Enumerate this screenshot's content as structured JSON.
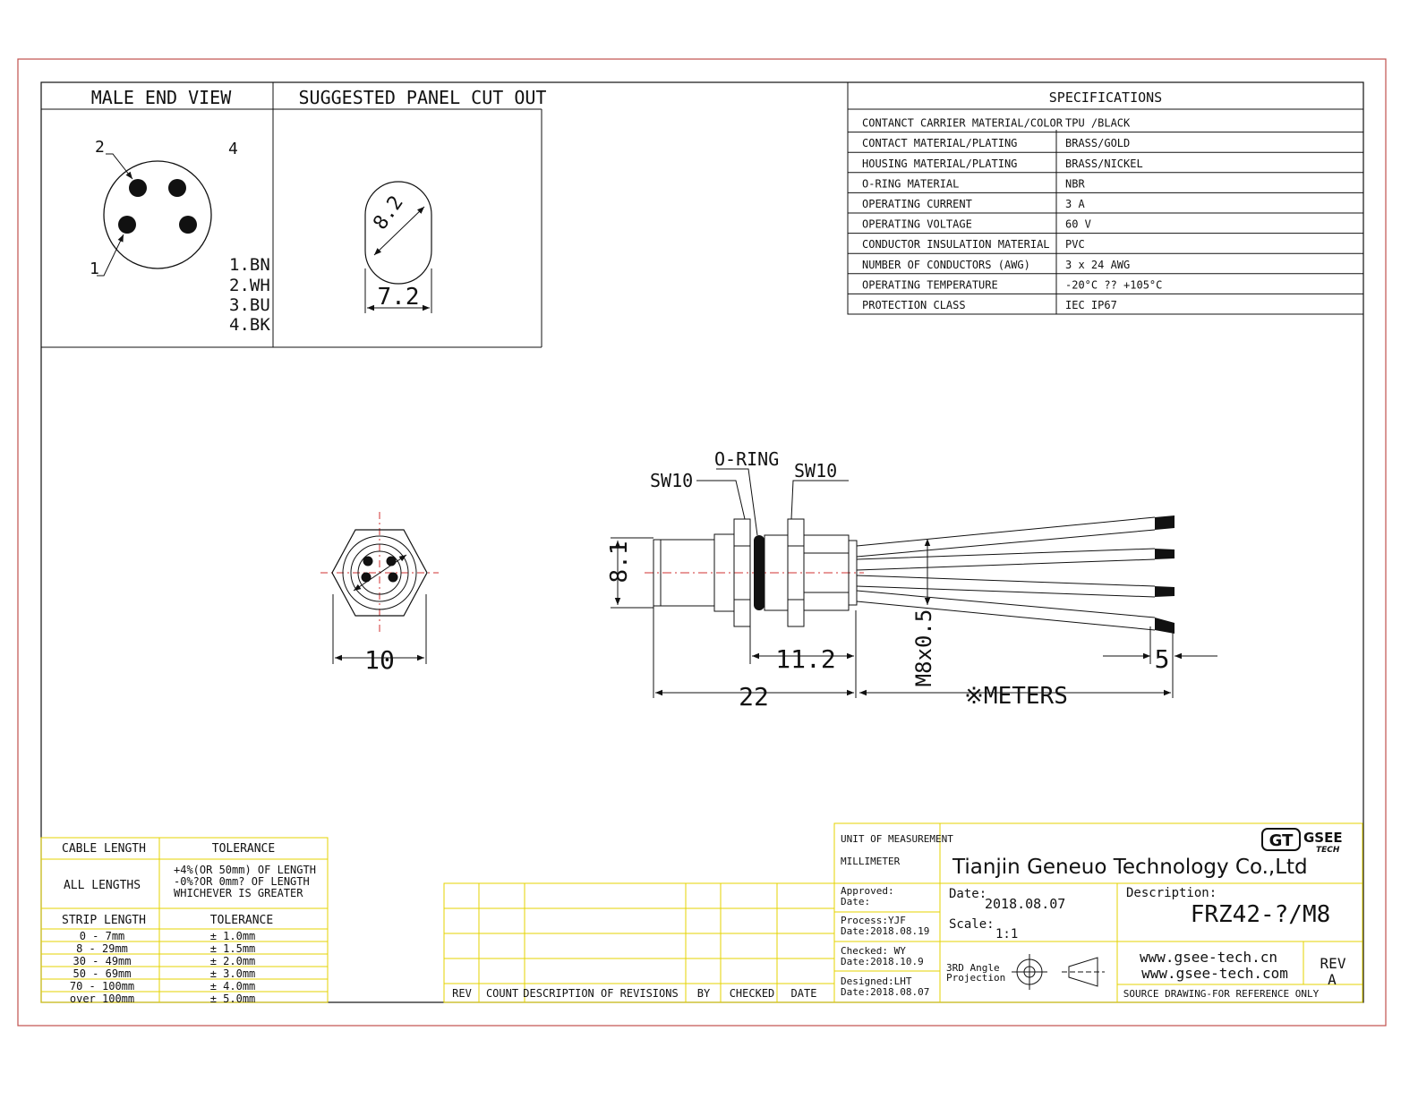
{
  "colors": {
    "frame": "#c0504d",
    "line": "#111111",
    "table_border": "#e6d300",
    "center_line": "#d03030"
  },
  "male_end_view": {
    "title": "MALE END VIEW",
    "pin_labels": [
      "1",
      "2",
      "4"
    ],
    "wire_codes": [
      "1.BN",
      "2.WH",
      "3.BU",
      "4.BK"
    ]
  },
  "panel_cutout": {
    "title": "SUGGESTED PANEL CUT OUT",
    "dia": "8.2",
    "width": "7.2"
  },
  "specifications": {
    "title": "SPECIFICATIONS",
    "rows": [
      {
        "label": "CONTANCT CARRIER MATERIAL/COLOR",
        "value": "TPU /BLACK"
      },
      {
        "label": "CONTACT  MATERIAL/PLATING",
        "value": "BRASS/GOLD"
      },
      {
        "label": "HOUSING MATERIAL/PLATING",
        "value": "BRASS/NICKEL"
      },
      {
        "label": "O-RING  MATERIAL",
        "value": "NBR"
      },
      {
        "label": "OPERATING CURRENT",
        "value": "3 A"
      },
      {
        "label": "OPERATING VOLTAGE",
        "value": "60 V"
      },
      {
        "label": "CONDUCTOR INSULATION MATERIAL",
        "value": "PVC"
      },
      {
        "label": "NUMBER OF CONDUCTORS (AWG)",
        "value": "3 x 24 AWG"
      },
      {
        "label": "OPERATING TEMPERATURE",
        "value": "-20°C ?? +105°C"
      },
      {
        "label": "PROTECTION CLASS",
        "value": "IEC  IP67"
      }
    ]
  },
  "drawing": {
    "sw_left": "SW10",
    "o_ring": "O-RING",
    "sw_right": "SW10",
    "dim_hex": "10",
    "dim_dia": "8.1",
    "dim_11": "11.2",
    "dim_22": "22",
    "dim_thread": "M8x0.5",
    "dim_meters": "※METERS",
    "dim_strip": "5"
  },
  "cable_table": {
    "h1": "CABLE LENGTH",
    "h2": "TOLERANCE",
    "all_lengths": "ALL LENGTHS",
    "all_tol": [
      "+4%(OR 50mm) OF LENGTH",
      "-0%?OR 0mm? OF LENGTH",
      "WHICHEVER  IS  GREATER"
    ],
    "h3": "STRIP LENGTH",
    "h4": "TOLERANCE",
    "rows": [
      {
        "len": "0 - 7mm",
        "tol": "± 1.0mm"
      },
      {
        "len": "8 - 29mm",
        "tol": "± 1.5mm"
      },
      {
        "len": "30 - 49mm",
        "tol": "± 2.0mm"
      },
      {
        "len": "50 - 69mm",
        "tol": "± 3.0mm"
      },
      {
        "len": "70 - 100mm",
        "tol": "± 4.0mm"
      },
      {
        "len": "over 100mm",
        "tol": "± 5.0mm"
      }
    ]
  },
  "revisions": {
    "headers": [
      "REV",
      "COUNT",
      "DESCRIPTION  OF  REVISIONS",
      "BY",
      "CHECKED",
      "DATE"
    ]
  },
  "title_block": {
    "unit_label": "UNIT OF MEASUREMENT",
    "unit_value": "MILLIMETER",
    "company": "Tianjin Geneuo Technology Co.,Ltd",
    "logo_mark": "GT",
    "logo_name": "GSEE",
    "logo_sub": "TECH",
    "approved": "Approved:",
    "approved_date": "Date:",
    "process": "Process:YJF",
    "process_date": "Date:2018.08.19",
    "checked": "Checked:   WY",
    "checked_date": "Date:2018.10.9",
    "designed": "Designed:LHT",
    "designed_date": "Date:2018.08.07",
    "date_label": "Date:",
    "date_value": "2018.08.07",
    "scale_label": "Scale:",
    "scale_value": "1:1",
    "projection": [
      "3RD Angle",
      "Projection"
    ],
    "desc_label": "Description:",
    "desc_value": "FRZ42-?/M8",
    "web1": "www.gsee-tech.cn",
    "web2": "www.gsee-tech.com",
    "rev_label": "REV",
    "rev_value": "A",
    "source_note": "SOURCE DRAWING-FOR REFERENCE ONLY"
  }
}
